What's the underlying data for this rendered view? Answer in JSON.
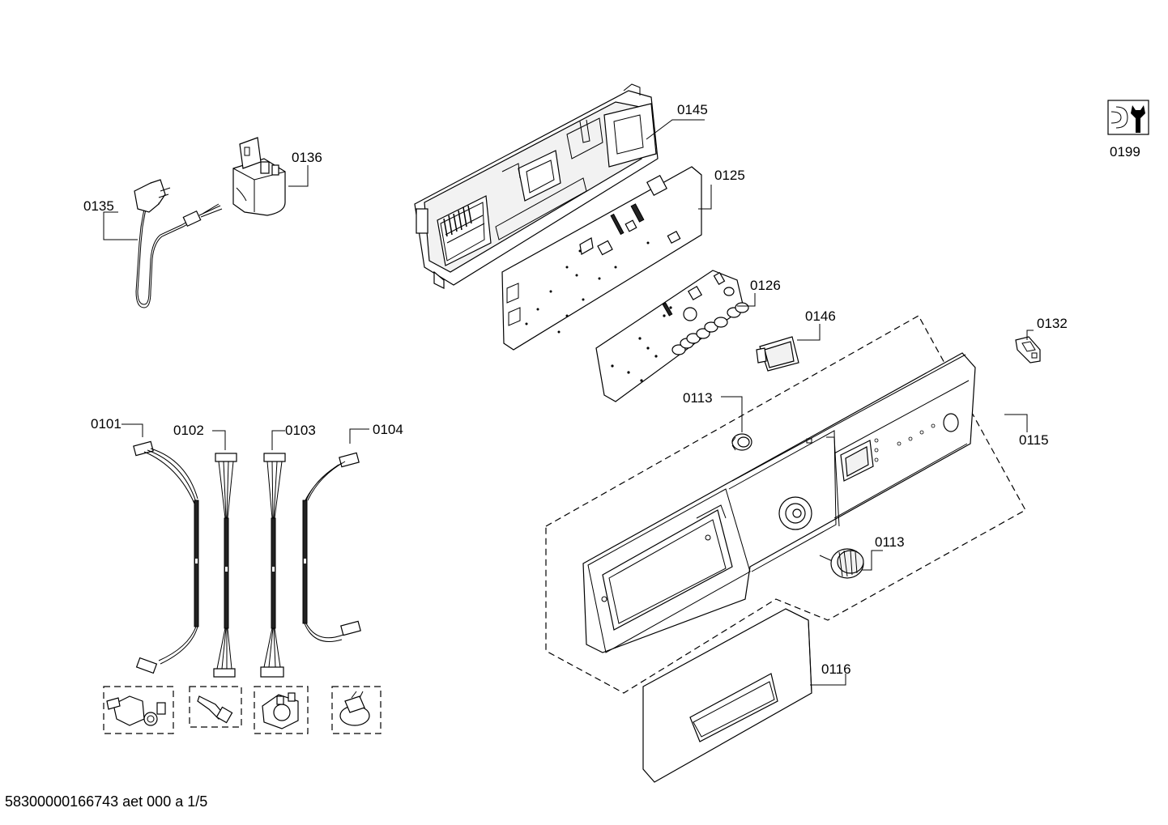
{
  "labels": {
    "p0145": "0145",
    "p0136": "0136",
    "p0135": "0135",
    "p0125": "0125",
    "p0126": "0126",
    "p0146": "0146",
    "p0132": "0132",
    "p0113a": "0113",
    "p0113b": "0113",
    "p0115": "0115",
    "p0116": "0116",
    "p0101": "0101",
    "p0102": "0102",
    "p0103": "0103",
    "p0104": "0104",
    "p0199": "0199"
  },
  "footer": "58300000166743 aet 000 a 1/5",
  "icons": {
    "service": "wrench-icon"
  }
}
